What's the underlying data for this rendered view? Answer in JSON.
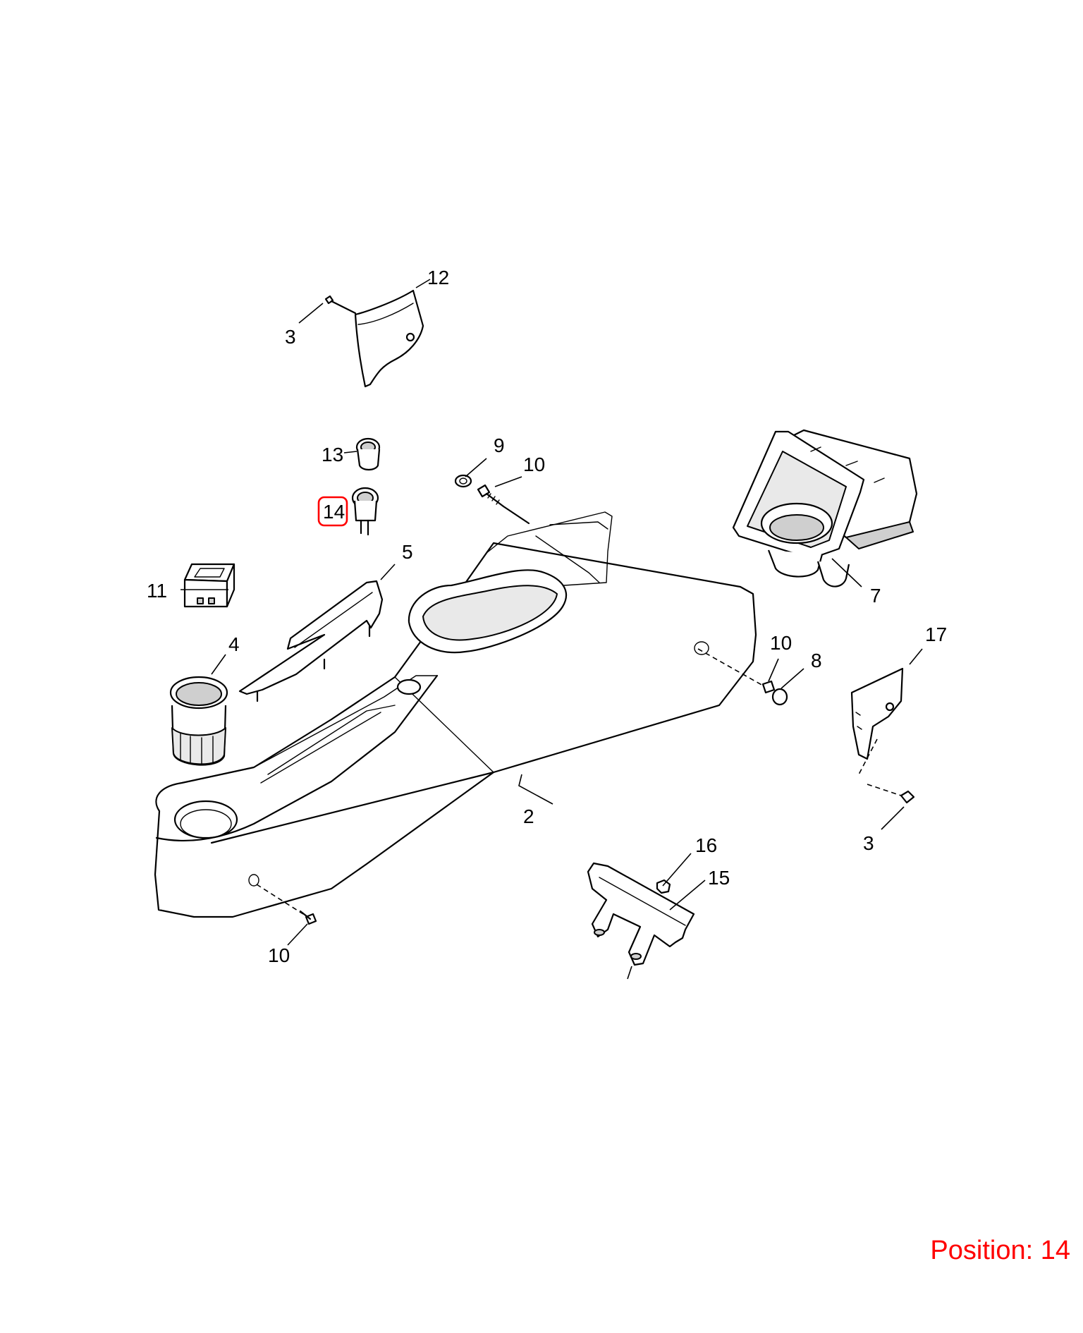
{
  "callouts": {
    "c2": "2",
    "c3a": "3",
    "c3b": "3",
    "c4": "4",
    "c5": "5",
    "c7": "7",
    "c8": "8",
    "c9": "9",
    "c10a": "10",
    "c10b": "10",
    "c10c": "10",
    "c11": "11",
    "c12": "12",
    "c13": "13",
    "c14": "14",
    "c15": "15",
    "c16": "16",
    "c17": "17"
  },
  "highlight": {
    "callout": "14",
    "color": "#ff0000"
  },
  "position": {
    "label": "Position: 14"
  },
  "icons": [
    "console-part",
    "cup-holder-part",
    "fastener"
  ]
}
